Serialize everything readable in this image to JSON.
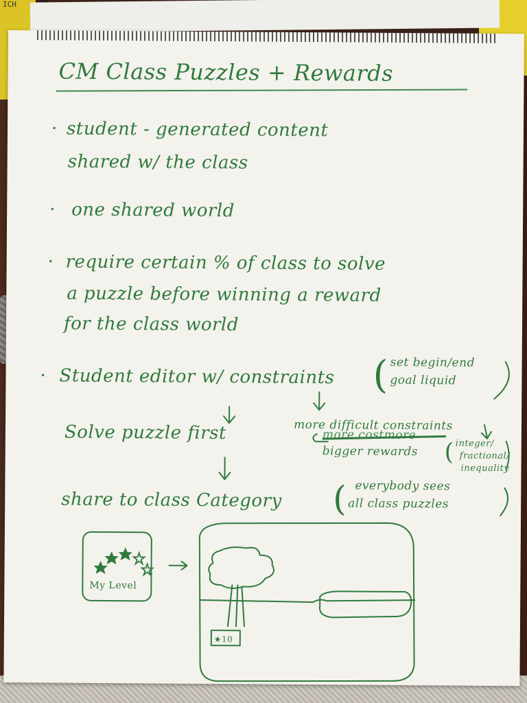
{
  "corner_tag": "ICH",
  "title": "CM Class Puzzles + Rewards",
  "bullets": [
    {
      "line1": "student - generated content",
      "line2": "shared w/ the class"
    },
    {
      "line1": "one shared world"
    },
    {
      "line1": "require certain % of class to solve",
      "line2": "a puzzle before winning a reward",
      "line3": "for the class world"
    },
    {
      "line1": "Student editor w/ constraints"
    }
  ],
  "constraint_note": {
    "line1": "set begin/end",
    "line2": "goal liquid"
  },
  "solve_first": "Solve puzzle first",
  "more_difficult": "more difficult constraints",
  "crossed_out": "more costmore",
  "bigger_rewards": "bigger rewards",
  "number_types": {
    "line1": "integer/",
    "line2": "fractional/",
    "line3": "inequality"
  },
  "share": "share to class Category",
  "everybody_note": {
    "line1": "everybody sees",
    "line2": "all class puzzles"
  },
  "level_card_label": "My Level",
  "reward_badge": "★10",
  "colors": {
    "ink": "#2f7a3e",
    "paper": "#f4f2ec"
  }
}
